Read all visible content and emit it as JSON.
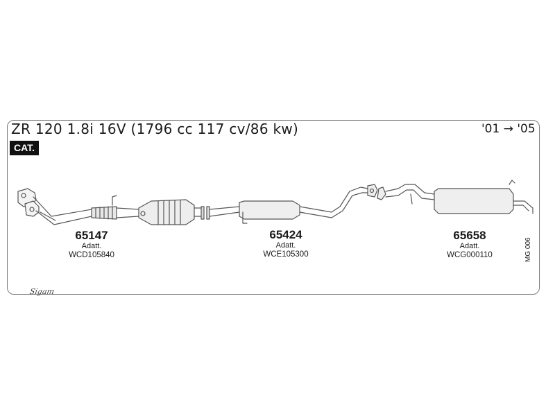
{
  "header": {
    "title": "ZR 120 1.8i 16V (1796 cc 117 cv/86 kw)",
    "years": "'01 → '05",
    "cat_badge": "CAT."
  },
  "parts": [
    {
      "number": "65147",
      "adatt": "Adatt.",
      "ref": "WCD105840"
    },
    {
      "number": "65424",
      "adatt": "Adatt.",
      "ref": "WCE105300"
    },
    {
      "number": "65658",
      "adatt": "Adatt.",
      "ref": "WCG000110"
    }
  ],
  "diagram_code": "MG 006",
  "logo_text": "Sigam"
}
